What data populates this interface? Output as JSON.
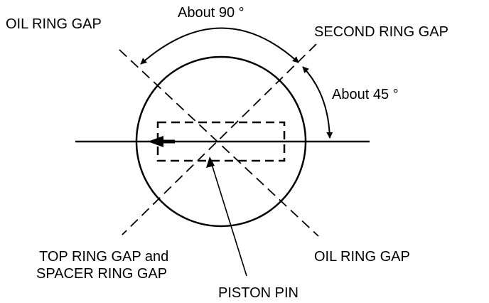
{
  "labels": {
    "oil_ring_gap_top": "OIL RING GAP",
    "second_ring_gap": "SECOND RING GAP",
    "about_90": "About 90 °",
    "about_45": "About 45 °",
    "top_ring_gap_line1": "TOP RING GAP and",
    "top_ring_gap_line2": "SPACER RING GAP",
    "oil_ring_gap_bottom": "OIL RING GAP",
    "piston_pin": "PISTON PIN"
  },
  "colors": {
    "ink": "#000000",
    "background": "#ffffff"
  }
}
